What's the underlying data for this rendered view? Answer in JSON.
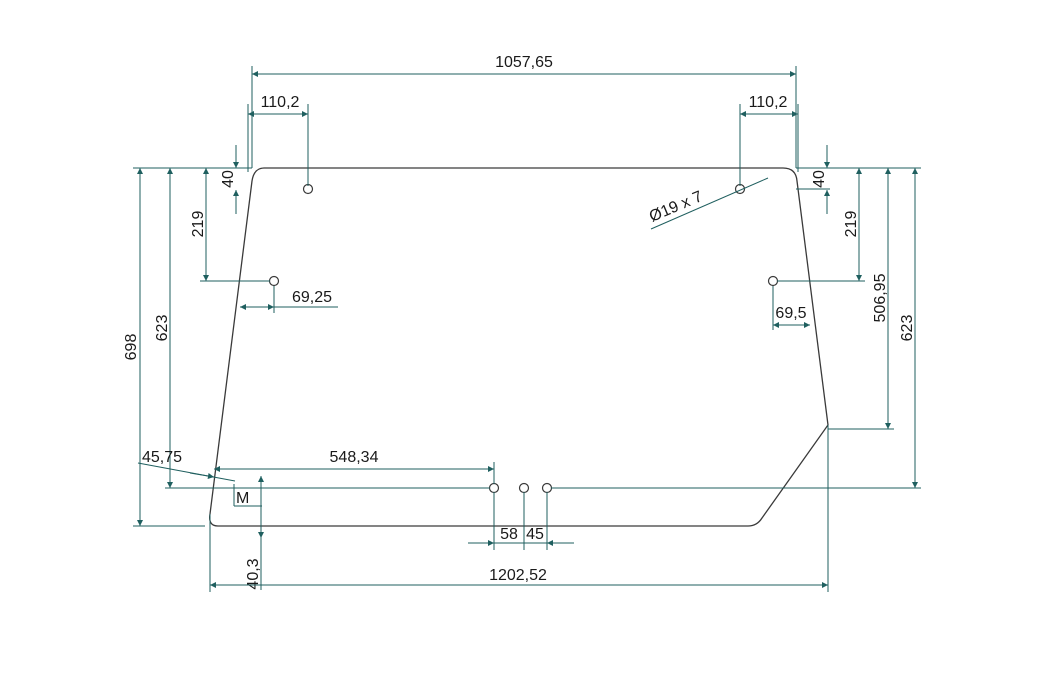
{
  "dimensions": {
    "top_width": "1057,65",
    "top_left_hole_offset": "110,2",
    "top_right_hole_offset": "110,2",
    "left_top_hole_drop": "40",
    "right_top_hole_drop": "40",
    "left_side_hole_drop": "219",
    "right_side_hole_drop": "219",
    "left_side_hole_inset": "69,25",
    "right_side_hole_inset": "69,5",
    "left_total_height": "698",
    "left_hole_height": "623",
    "right_hole_height": "623",
    "right_corner_height": "506,95",
    "hole_diameter": "Ø19 x 7",
    "bottom_left_offset": "45,75",
    "bottom_hole_offset": "548,34",
    "bottom_hole_spacing_1": "58",
    "bottom_hole_spacing_2": "45",
    "bottom_left_inset": "40,3",
    "bottom_width": "1202,52",
    "reference_mark": "M"
  }
}
